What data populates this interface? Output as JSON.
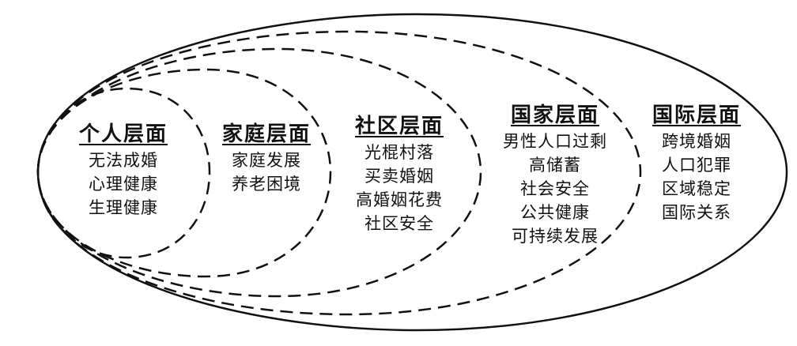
{
  "levels": [
    {
      "title": "个人层面",
      "items": [
        "无法成婚",
        "心理健康",
        "生理健康"
      ]
    },
    {
      "title": "家庭层面",
      "items": [
        "家庭发展",
        "养老困境"
      ]
    },
    {
      "title": "社区层面",
      "items": [
        "光棍村落",
        "买卖婚姻",
        "高婚姻花费",
        "社区安全"
      ]
    },
    {
      "title": "国家层面",
      "items": [
        "男性人口过剩",
        "高储蓄",
        "社会安全",
        "公共健康",
        "可持续发展"
      ]
    },
    {
      "title": "国际层面",
      "items": [
        "跨境婚姻",
        "人口犯罪",
        "区域稳定",
        "国际关系"
      ]
    }
  ],
  "colors": {
    "line": "#111111",
    "text": "#111111",
    "background": "#ffffff"
  }
}
